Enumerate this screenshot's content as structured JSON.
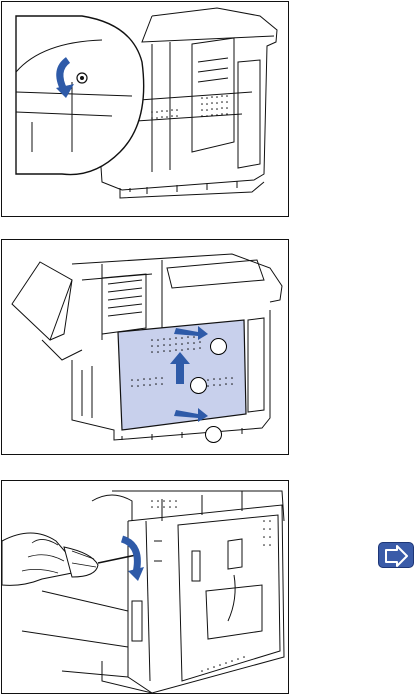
{
  "steps": [
    {
      "id": "step-1",
      "description": "turn-thumbscrew"
    },
    {
      "id": "step-2",
      "description": "remove-side-panel",
      "callouts": [
        "",
        "",
        ""
      ]
    },
    {
      "id": "step-3",
      "description": "remove-screw"
    }
  ],
  "navigation": {
    "next_icon": "arrow-right-icon"
  },
  "colors": {
    "line": "#111111",
    "panel_fill": "#c8d0ec",
    "arrow": "#2e5aa8",
    "nav_button": "#3a5ba8"
  }
}
